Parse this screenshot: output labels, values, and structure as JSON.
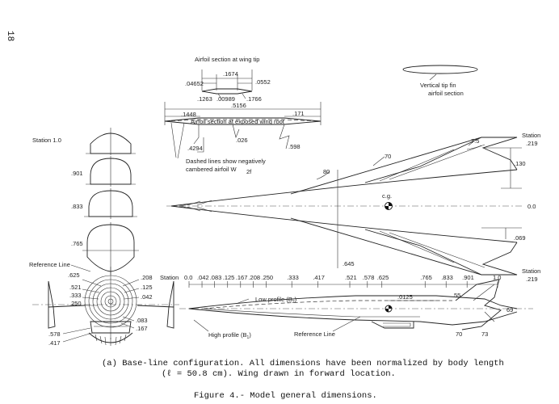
{
  "page_number": "18",
  "airfoil_tip": {
    "title": "Airfoil section at wing tip",
    "dims": [
      ".1674",
      ".04652",
      ".0552",
      ".1263",
      ".00989",
      ".1766"
    ]
  },
  "airfoil_root": {
    "title": "Airfoil section at exposed wing root",
    "dims": [
      ".5156",
      ".1448",
      ".171",
      ".4294",
      ".026",
      ".598"
    ]
  },
  "dashed_note": [
    "Dashed lines show negatively",
    "cambered airfoil W",
    "2f"
  ],
  "tip_fin": [
    "Vertical tip fin",
    "airfoil section"
  ],
  "cross_sections": [
    {
      "label": "Station 1.0"
    },
    {
      "label": ".901"
    },
    {
      "label": ".833"
    },
    {
      "label": ".765"
    }
  ],
  "front_view": {
    "reference_line": "Reference Line",
    "left_labels": [
      ".625",
      ".521",
      ".333",
      ".250",
      ".578",
      ".417"
    ],
    "right_labels": [
      ".208",
      ".125",
      ".042",
      ".083",
      ".167"
    ]
  },
  "plan_view": {
    "station_top": [
      "Station",
      ".219"
    ],
    "station_bottom": [
      "Station",
      ".219"
    ],
    "dims": [
      ".130",
      "0.0",
      ".069",
      ".645"
    ],
    "angles": [
      "7.5",
      "70",
      "80"
    ],
    "cg": "c.g."
  },
  "station_scale": {
    "label": "Station",
    "ticks": [
      "0.0",
      ".042",
      ".083",
      ".125",
      ".167",
      ".208",
      ".250",
      ".333",
      ".417",
      ".521",
      ".578",
      ".625",
      ".765",
      ".833",
      ".901",
      "1.0"
    ]
  },
  "side_view": {
    "low_profile": "Low profile (B",
    "low_sub": "2",
    "high_profile": "High profile (B",
    "high_sub": "1",
    "reference_line": "Reference Line",
    "dim": ".0125",
    "angles": [
      "55",
      "69",
      "70",
      "73"
    ]
  },
  "caption": {
    "line1": "(a) Base-line configuration.  All dimensions have been normalized by body length",
    "line2": "(ℓ = 50.8 cm).  Wing drawn in forward location."
  },
  "figure_title": "Figure 4.- Model general dimensions."
}
